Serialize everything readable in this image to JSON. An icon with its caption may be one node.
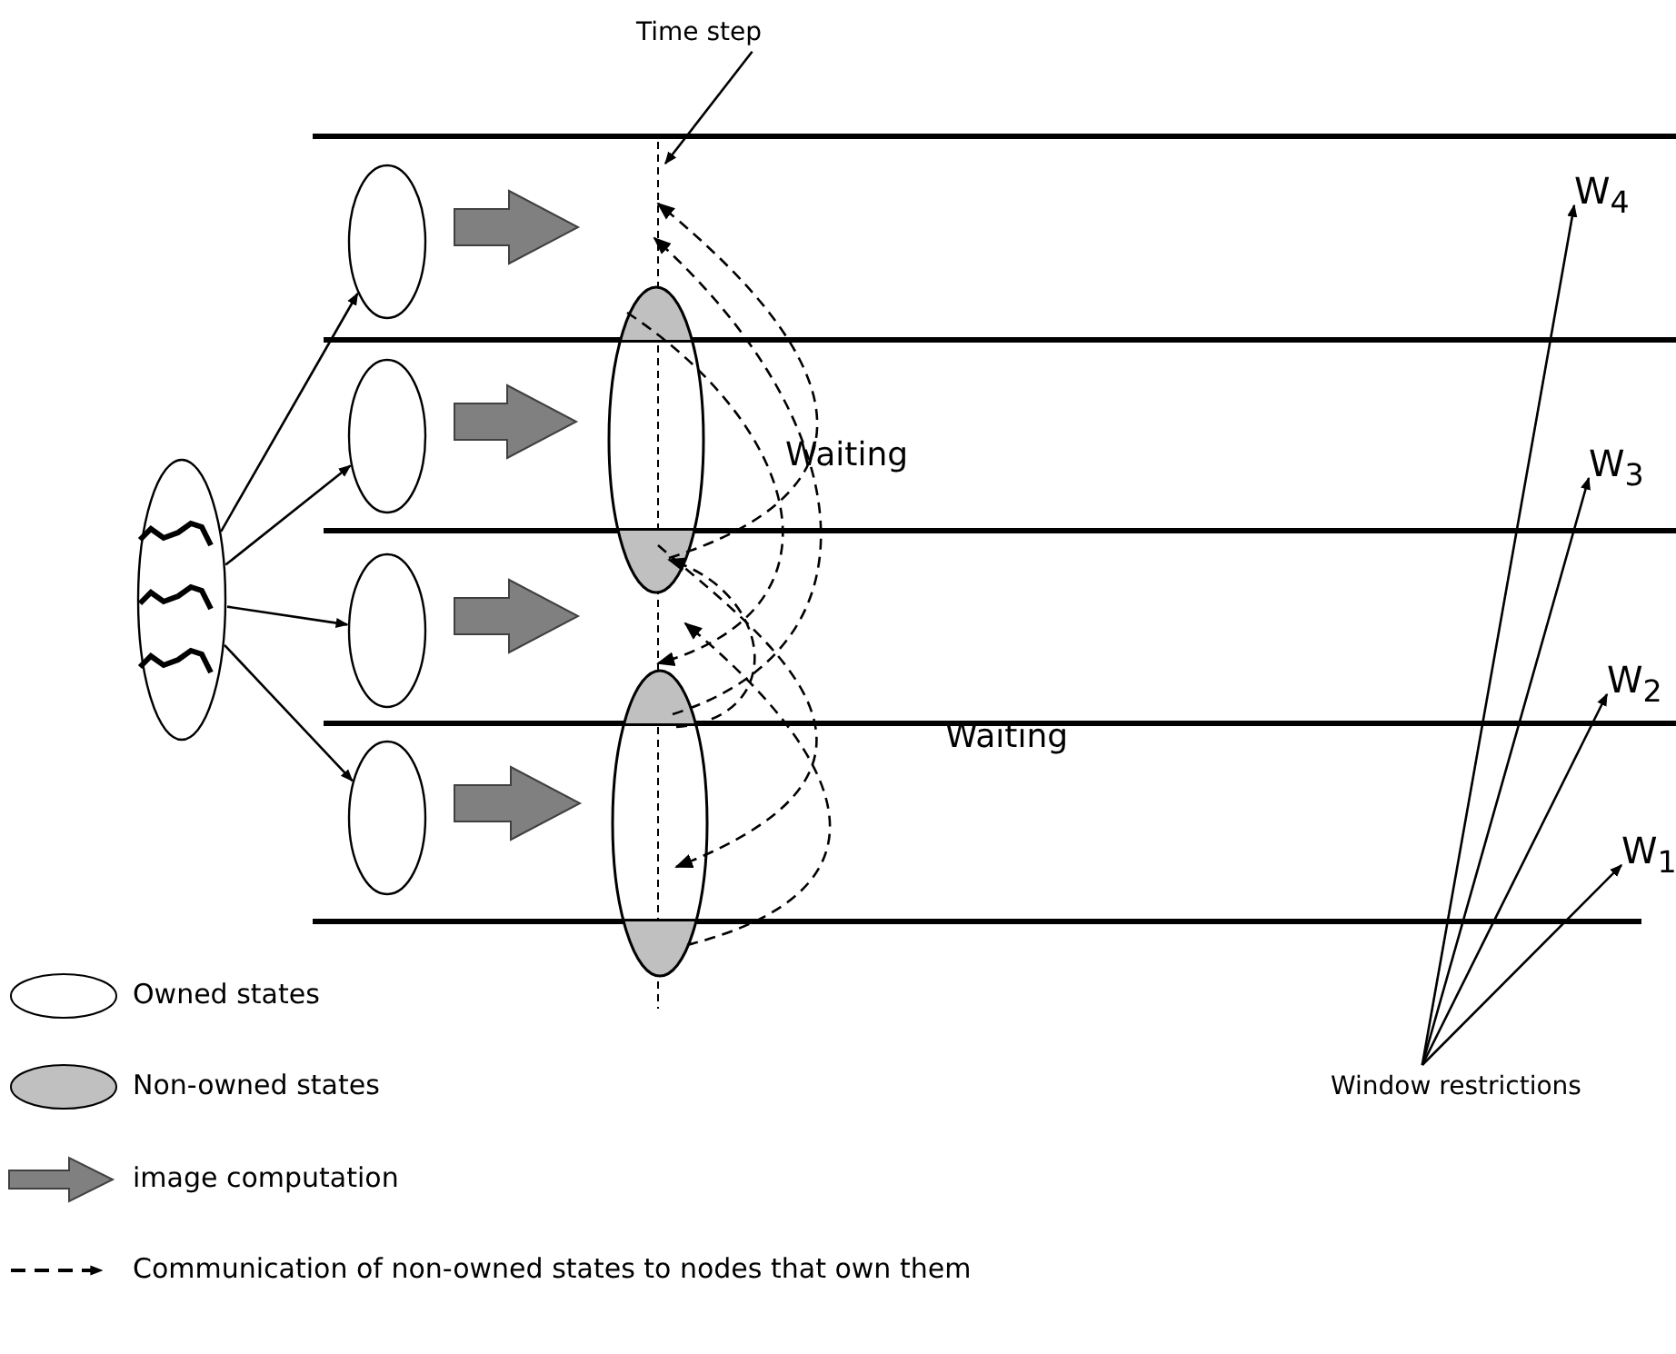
{
  "diagram": {
    "nodes": [
      {
        "text": [],
        "shape": "ellipse"
      },
      {
        "text": [],
        "shape": "ellipse"
      },
      {
        "text": [],
        "shape": "ellipse"
      },
      {
        "text": [],
        "shape": "ellipse"
      },
      {
        "text": [],
        "shape": "ellipse"
      },
      {
        "text": [],
        "shape": "ellipse"
      },
      {
        "text": [],
        "shape": "ellipse"
      },
      {
        "text": [
          "Time step"
        ]
      },
      {
        "text": [
          "Window restrictions"
        ]
      },
      {
        "text": [
          "W$_{4}$"
        ]
      },
      {
        "text": [
          "W$_{3}$"
        ]
      },
      {
        "text": [
          "W$_{2}$"
        ]
      },
      {
        "text": [
          "W$_{1}$"
        ]
      }
    ],
    "edges": [
      {
        "from": 0,
        "to": 1,
        "arrow": "to"
      },
      {
        "from": 0,
        "to": 2,
        "arrow": "to"
      },
      {
        "from": 0,
        "to": 3,
        "arrow": "to"
      },
      {
        "from": 0,
        "to": 4,
        "arrow": "to"
      },
      {
        "from": 1,
        "to": null,
        "arrow": "to",
        "style": "thick"
      },
      {
        "from": 2,
        "to": 5,
        "arrow": "to",
        "style": "thick"
      },
      {
        "from": 3,
        "to": null,
        "arrow": "to",
        "style": "thick"
      },
      {
        "from": 4,
        "to": 6,
        "arrow": "to",
        "style": "thick"
      },
      {
        "from": 5,
        "to": 6,
        "arrow": "to",
        "style": "dashed"
      },
      {
        "from": 5,
        "to": null,
        "arrow": "to",
        "style": "dashed"
      },
      {
        "from": 5,
        "to": 6,
        "arrow": "to",
        "style": "dashed"
      },
      {
        "from": 6,
        "to": null,
        "arrow": "to",
        "style": "dashed"
      },
      {
        "from": 6,
        "to": 5,
        "arrow": "to",
        "style": "dashed"
      },
      {
        "from": 6,
        "to": 5,
        "arrow": "to",
        "style": "dashed"
      },
      {
        "from": 7,
        "to": null,
        "arrow": "to"
      },
      {
        "from": 8,
        "to": 9,
        "arrow": "to"
      },
      {
        "from": 8,
        "to": 10,
        "arrow": "to"
      },
      {
        "from": 8,
        "to": 11,
        "arrow": "to"
      },
      {
        "from": 8,
        "to": 12,
        "arrow": "to"
      }
    ],
    "labels": [
      "Waiting",
      "Waiting"
    ],
    "legend": [
      {
        "text": "Owned states"
      },
      {
        "text": "Non-owned states"
      },
      {
        "text": "image computation"
      },
      {
        "text": "Communication of non-owned states to nodes that own them"
      }
    ]
  }
}
